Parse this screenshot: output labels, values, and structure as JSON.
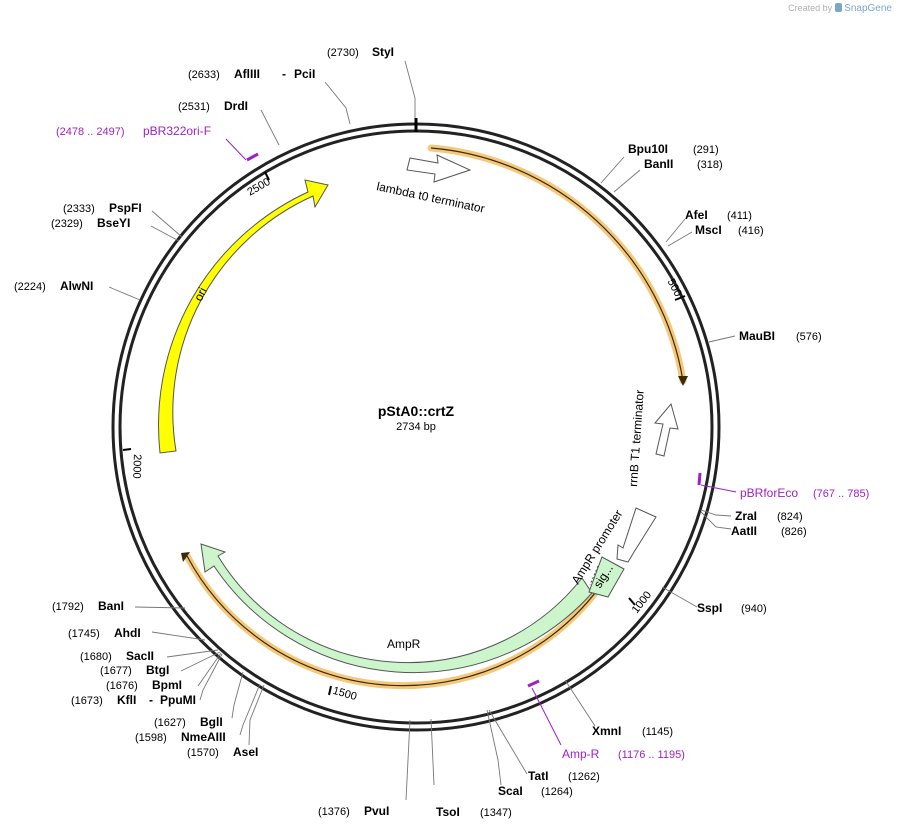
{
  "credit": {
    "prefix": "Created by",
    "brand": "SnapGene"
  },
  "plasmid": {
    "name": "pStA0::crtZ",
    "length_label": "2734 bp",
    "length": 2734
  },
  "ticks": [
    {
      "bp": 500,
      "label": "500"
    },
    {
      "bp": 1000,
      "label": "1000"
    },
    {
      "bp": 1500,
      "label": "1500"
    },
    {
      "bp": 2000,
      "label": "2000"
    },
    {
      "bp": 2500,
      "label": "2500"
    }
  ],
  "features": [
    {
      "name": "lambda t0 terminator",
      "kind": "terminator",
      "color": "#ffffff"
    },
    {
      "name": "rrnB T1 terminator",
      "kind": "terminator",
      "color": "#ffffff"
    },
    {
      "name": "AmpR promoter",
      "kind": "promoter",
      "color": "#ffffff"
    },
    {
      "name": "sig...",
      "kind": "signal",
      "color": "#ccf5cc"
    },
    {
      "name": "AmpR",
      "kind": "cds",
      "color": "#ccf5cc"
    },
    {
      "name": "ori",
      "kind": "origin",
      "color": "#ffff00"
    }
  ],
  "orfs": [
    {
      "color": "#f5c87a"
    }
  ],
  "sites": [
    {
      "name": "StyI",
      "pos": "(2730)"
    },
    {
      "name": "AflIII",
      "name2": "PciI",
      "pos": "(2633)"
    },
    {
      "name": "DrdI",
      "pos": "(2531)"
    },
    {
      "name": "PspFI",
      "pos": "(2333)"
    },
    {
      "name": "BseYI",
      "pos": "(2329)"
    },
    {
      "name": "AlwNI",
      "pos": "(2224)"
    },
    {
      "name": "Bpu10I",
      "pos": "(291)"
    },
    {
      "name": "BanII",
      "pos": "(318)"
    },
    {
      "name": "AfeI",
      "pos": "(411)"
    },
    {
      "name": "MscI",
      "pos": "(416)"
    },
    {
      "name": "MauBI",
      "pos": "(576)"
    },
    {
      "name": "ZraI",
      "pos": "(824)"
    },
    {
      "name": "AatII",
      "pos": "(826)"
    },
    {
      "name": "SspI",
      "pos": "(940)"
    },
    {
      "name": "XmnI",
      "pos": "(1145)"
    },
    {
      "name": "TatI",
      "pos": "(1262)"
    },
    {
      "name": "ScaI",
      "pos": "(1264)"
    },
    {
      "name": "TsoI",
      "pos": "(1347)"
    },
    {
      "name": "PvuI",
      "pos": "(1376)"
    },
    {
      "name": "AseI",
      "pos": "(1570)"
    },
    {
      "name": "NmeAIII",
      "pos": "(1598)"
    },
    {
      "name": "BglI",
      "pos": "(1627)"
    },
    {
      "name": "KflI",
      "name2": "PpuMI",
      "pos": "(1673)"
    },
    {
      "name": "BpmI",
      "pos": "(1676)"
    },
    {
      "name": "BtgI",
      "pos": "(1677)"
    },
    {
      "name": "SacII",
      "pos": "(1680)"
    },
    {
      "name": "AhdI",
      "pos": "(1745)"
    },
    {
      "name": "BanI",
      "pos": "(1792)"
    }
  ],
  "primers": [
    {
      "name": "pBR322ori-F",
      "range": "(2478 .. 2497)",
      "color": "#a020c8"
    },
    {
      "name": "pBRforEco",
      "range": "(767 .. 785)",
      "color": "#a020c8"
    },
    {
      "name": "Amp-R",
      "range": "(1176 .. 1195)",
      "color": "#a020c8"
    }
  ]
}
